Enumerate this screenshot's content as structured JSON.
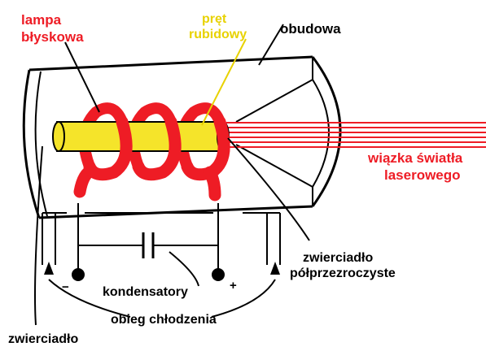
{
  "labels": {
    "lamp_line1": "lampa",
    "lamp_line2": "błyskowa",
    "rod_line1": "pręt",
    "rod_line2": "rubidowy",
    "housing": "obudowa",
    "beam_line1": "wiązka światła",
    "beam_line2": "laserowego",
    "partial_mirror_line1": "zwierciadło",
    "partial_mirror_line2": "półprzezroczyste",
    "capacitors": "kondensatory",
    "cooling": "obieg chłodzenia",
    "mirror": "zwierciadło",
    "minus": "−",
    "plus": "+"
  },
  "colors": {
    "lamp": "#ee1c25",
    "rod": "#f5e42a",
    "beam": "#ee1c25",
    "outline": "#000000"
  }
}
